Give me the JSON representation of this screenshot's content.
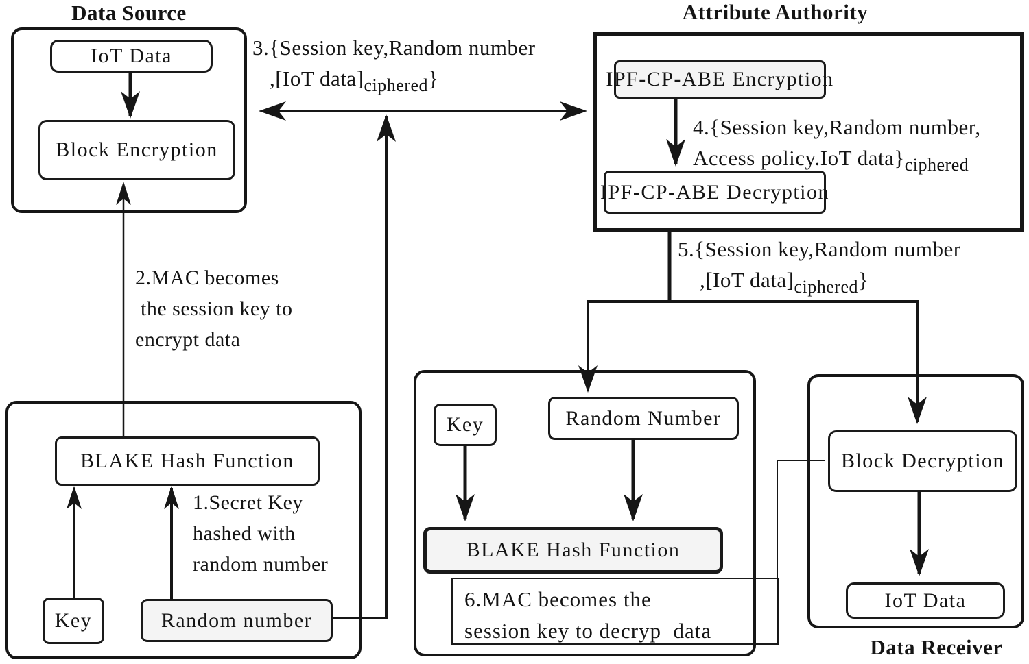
{
  "canvas": {
    "background": "#ffffff",
    "ink": "#161616",
    "light_fill": "#f4f4f4"
  },
  "data_source": {
    "title": "Data Source",
    "iot_data_label": "IoT Data",
    "block_encryption_label": "Block Encryption"
  },
  "attribute_authority": {
    "title": "Attribute Authority",
    "encryption_label": "IPF-CP-ABE Encryption",
    "decryption_label": "IPF-CP-ABE Decryption"
  },
  "data_receiver": {
    "title": "Data Receiver",
    "block_decryption_label": "Block Decryption",
    "iot_data_label": "IoT Data"
  },
  "sender_hash": {
    "blake_label": "BLAKE Hash Function",
    "key_label": "Key",
    "random_number_label": "Random number"
  },
  "receiver_hash": {
    "key_label": "Key",
    "random_number_label": "Random Number",
    "blake_label": "BLAKE Hash Function"
  },
  "notes": {
    "n1": {
      "lines": [
        "1.Secret Key",
        "hashed with",
        "random number"
      ]
    },
    "n2": {
      "lines": [
        "2.MAC becomes",
        " the session key to",
        "encrypt data"
      ]
    },
    "n3": {
      "line1": "3.{Session key,Random number",
      "line2_pre": ",[IoT data]",
      "line2_sub": "ciphered",
      "line2_post": "}"
    },
    "n4": {
      "line1": "4.{Session key,Random number,",
      "line2_pre": "Access policy.IoT data}",
      "line2_sub": "ciphered",
      "line2_post": ""
    },
    "n5": {
      "line1": "5.{Session key,Random number",
      "line2_pre": ",[IoT data]",
      "line2_sub": "ciphered",
      "line2_post": "}"
    },
    "n6": {
      "lines": [
        "6.MAC becomes the",
        "session key to decryp  data"
      ]
    }
  }
}
